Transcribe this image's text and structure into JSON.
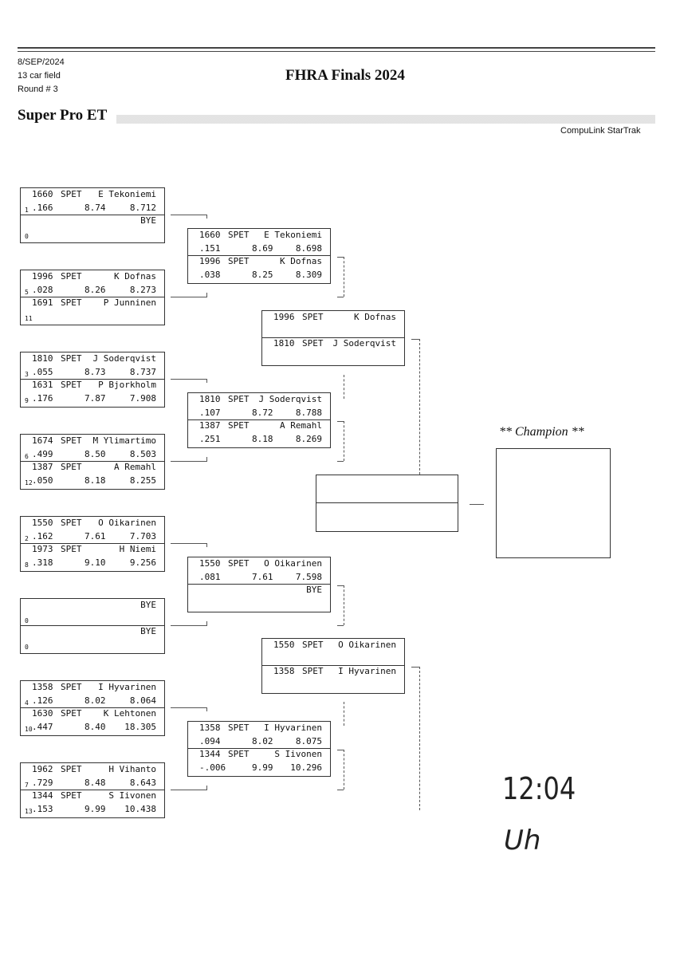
{
  "header": {
    "date": "8/SEP/2024",
    "field": "13 car field",
    "round": "Round # 3",
    "title": "FHRA Finals 2024",
    "section": "Super Pro ET",
    "brand": "CompuLink StarTrak"
  },
  "round1": [
    {
      "top": {
        "seed": "1",
        "car": "1660",
        "cls": "SPET",
        "name": "E Tekoniemi",
        "rt": ".166",
        "dial": "8.74",
        "et": "8.712"
      },
      "bottom": {
        "seed": "0",
        "car": "",
        "cls": "",
        "name": "BYE",
        "rt": "",
        "dial": "",
        "et": ""
      }
    },
    {
      "top": {
        "seed": "5",
        "car": "1996",
        "cls": "SPET",
        "name": "K Dofnas",
        "rt": ".028",
        "dial": "8.26",
        "et": "8.273"
      },
      "bottom": {
        "seed": "11",
        "car": "1691",
        "cls": "SPET",
        "name": "P Junninen",
        "rt": "",
        "dial": "",
        "et": ""
      }
    },
    {
      "top": {
        "seed": "3",
        "car": "1810",
        "cls": "SPET",
        "name": "J Soderqvist",
        "rt": ".055",
        "dial": "8.73",
        "et": "8.737"
      },
      "bottom": {
        "seed": "9",
        "car": "1631",
        "cls": "SPET",
        "name": "P Bjorkholm",
        "rt": ".176",
        "dial": "7.87",
        "et": "7.908"
      }
    },
    {
      "top": {
        "seed": "6",
        "car": "1674",
        "cls": "SPET",
        "name": "M Ylimartimo",
        "rt": ".499",
        "dial": "8.50",
        "et": "8.503"
      },
      "bottom": {
        "seed": "12",
        "car": "1387",
        "cls": "SPET",
        "name": "A Remahl",
        "rt": ".050",
        "dial": "8.18",
        "et": "8.255"
      }
    },
    {
      "top": {
        "seed": "2",
        "car": "1550",
        "cls": "SPET",
        "name": "O Oikarinen",
        "rt": ".162",
        "dial": "7.61",
        "et": "7.703"
      },
      "bottom": {
        "seed": "8",
        "car": "1973",
        "cls": "SPET",
        "name": "H Niemi",
        "rt": ".318",
        "dial": "9.10",
        "et": "9.256"
      }
    },
    {
      "top": {
        "seed": "0",
        "car": "",
        "cls": "",
        "name": "BYE",
        "rt": "",
        "dial": "",
        "et": ""
      },
      "bottom": {
        "seed": "0",
        "car": "",
        "cls": "",
        "name": "BYE",
        "rt": "",
        "dial": "",
        "et": ""
      }
    },
    {
      "top": {
        "seed": "4",
        "car": "1358",
        "cls": "SPET",
        "name": "I Hyvarinen",
        "rt": ".126",
        "dial": "8.02",
        "et": "8.064"
      },
      "bottom": {
        "seed": "10",
        "car": "1630",
        "cls": "SPET",
        "name": "K Lehtonen",
        "rt": ".447",
        "dial": "8.40",
        "et": "18.305"
      }
    },
    {
      "top": {
        "seed": "7",
        "car": "1962",
        "cls": "SPET",
        "name": "H Vihanto",
        "rt": ".729",
        "dial": "8.48",
        "et": "8.643"
      },
      "bottom": {
        "seed": "13",
        "car": "1344",
        "cls": "SPET",
        "name": "S Iivonen",
        "rt": ".153",
        "dial": "9.99",
        "et": "10.438"
      }
    }
  ],
  "round2": [
    {
      "top": {
        "car": "1660",
        "cls": "SPET",
        "name": "E Tekoniemi",
        "rt": ".151",
        "dial": "8.69",
        "et": "8.698"
      },
      "bottom": {
        "car": "1996",
        "cls": "SPET",
        "name": "K Dofnas",
        "rt": ".038",
        "dial": "8.25",
        "et": "8.309"
      }
    },
    {
      "top": {
        "car": "1810",
        "cls": "SPET",
        "name": "J Soderqvist",
        "rt": ".107",
        "dial": "8.72",
        "et": "8.788"
      },
      "bottom": {
        "car": "1387",
        "cls": "SPET",
        "name": "A Remahl",
        "rt": ".251",
        "dial": "8.18",
        "et": "8.269"
      }
    },
    {
      "top": {
        "car": "1550",
        "cls": "SPET",
        "name": "O Oikarinen",
        "rt": ".081",
        "dial": "7.61",
        "et": "7.598"
      },
      "bottom": {
        "car": "",
        "cls": "",
        "name": "BYE",
        "rt": "",
        "dial": "",
        "et": ""
      }
    },
    {
      "top": {
        "car": "1358",
        "cls": "SPET",
        "name": "I Hyvarinen",
        "rt": ".094",
        "dial": "8.02",
        "et": "8.075"
      },
      "bottom": {
        "car": "1344",
        "cls": "SPET",
        "name": "S Iivonen",
        "rt": "-.006",
        "dial": "9.99",
        "et": "10.296"
      }
    }
  ],
  "round3": [
    {
      "top": {
        "car": "1996",
        "cls": "SPET",
        "name": "K Dofnas"
      },
      "bottom": {
        "car": "1810",
        "cls": "SPET",
        "name": "J Soderqvist"
      }
    },
    {
      "top": {
        "car": "1550",
        "cls": "SPET",
        "name": "O Oikarinen"
      },
      "bottom": {
        "car": "1358",
        "cls": "SPET",
        "name": "I Hyvarinen"
      }
    }
  ],
  "final": {
    "top": "",
    "bottom": ""
  },
  "champion": {
    "label": "** Champion **",
    "name": ""
  },
  "handwriting": {
    "time": "12:04",
    "initials": "Uh"
  }
}
